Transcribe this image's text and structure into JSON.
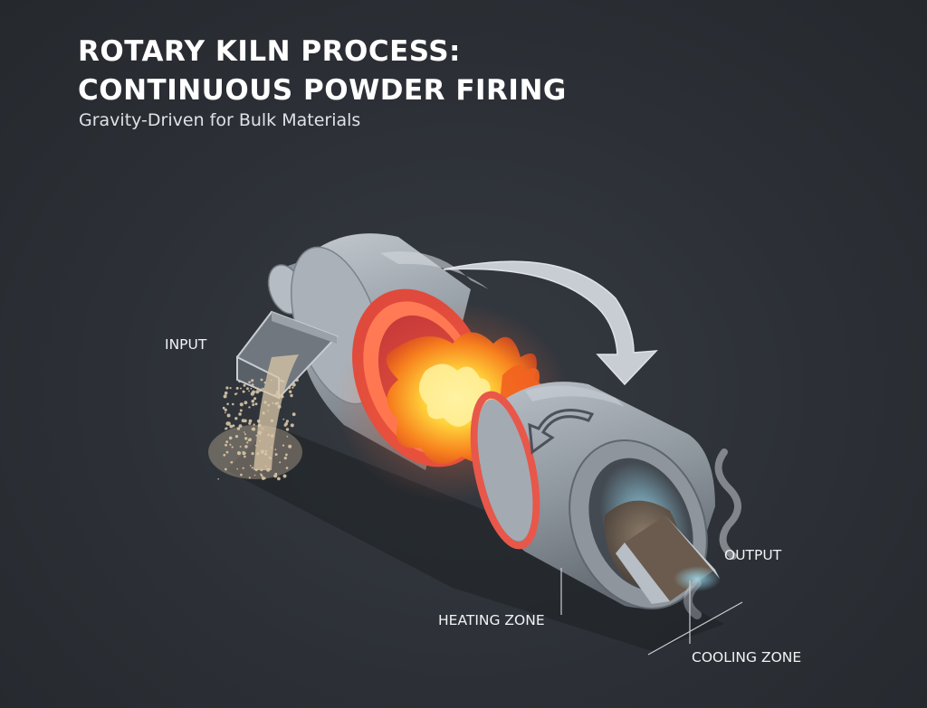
{
  "header": {
    "title_line1": "ROTARY KILN PROCESS:",
    "title_line2": "CONTINUOUS POWDER FIRING",
    "subtitle": "Gravity-Driven for Bulk Materials"
  },
  "labels": {
    "input": "INPUT",
    "output": "OUTPUT",
    "heating_zone": "HEATING ZONE",
    "cooling_zone": "COOLING ZONE"
  },
  "colors": {
    "background": "#2e3238",
    "kiln_shell": "#9aa2ab",
    "heated_ring": "#e8574a",
    "flame": "#f7a01e",
    "powder": "#d9c7a8",
    "cooled_product": "#7a6a5a",
    "cooling_glow": "#8fd8ff"
  },
  "icons": [
    "rotation-arrow-icon",
    "steam-icon"
  ]
}
